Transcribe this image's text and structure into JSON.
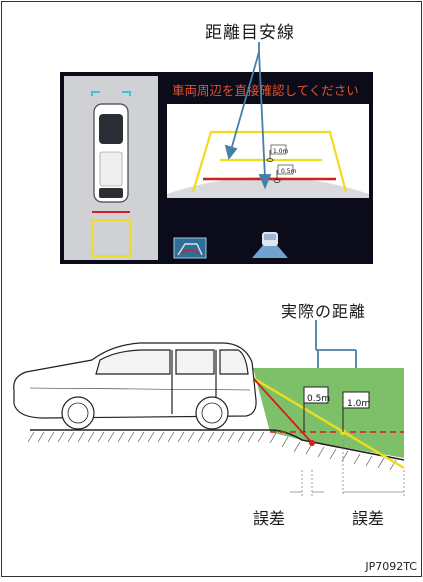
{
  "labels": {
    "guide_lines": "距離目安線",
    "actual_distance": "実際の距離",
    "error_left": "誤差",
    "error_right": "誤差",
    "figure_code": "JP7092TC"
  },
  "monitor": {
    "warning": "車両周辺を直接確認してください",
    "marker_near": "0.5m",
    "marker_far": "1.0m"
  },
  "side_view": {
    "flag_near": "0.5m",
    "flag_far": "1.0m"
  },
  "colors": {
    "screen_bg": "#0b0b1a",
    "warning_text": "#e8542a",
    "guide_yellow": "#f0dc1e",
    "guide_red": "#d21e1e",
    "arrow": "#4a7fa5",
    "slope_green": "#7ec06a"
  }
}
